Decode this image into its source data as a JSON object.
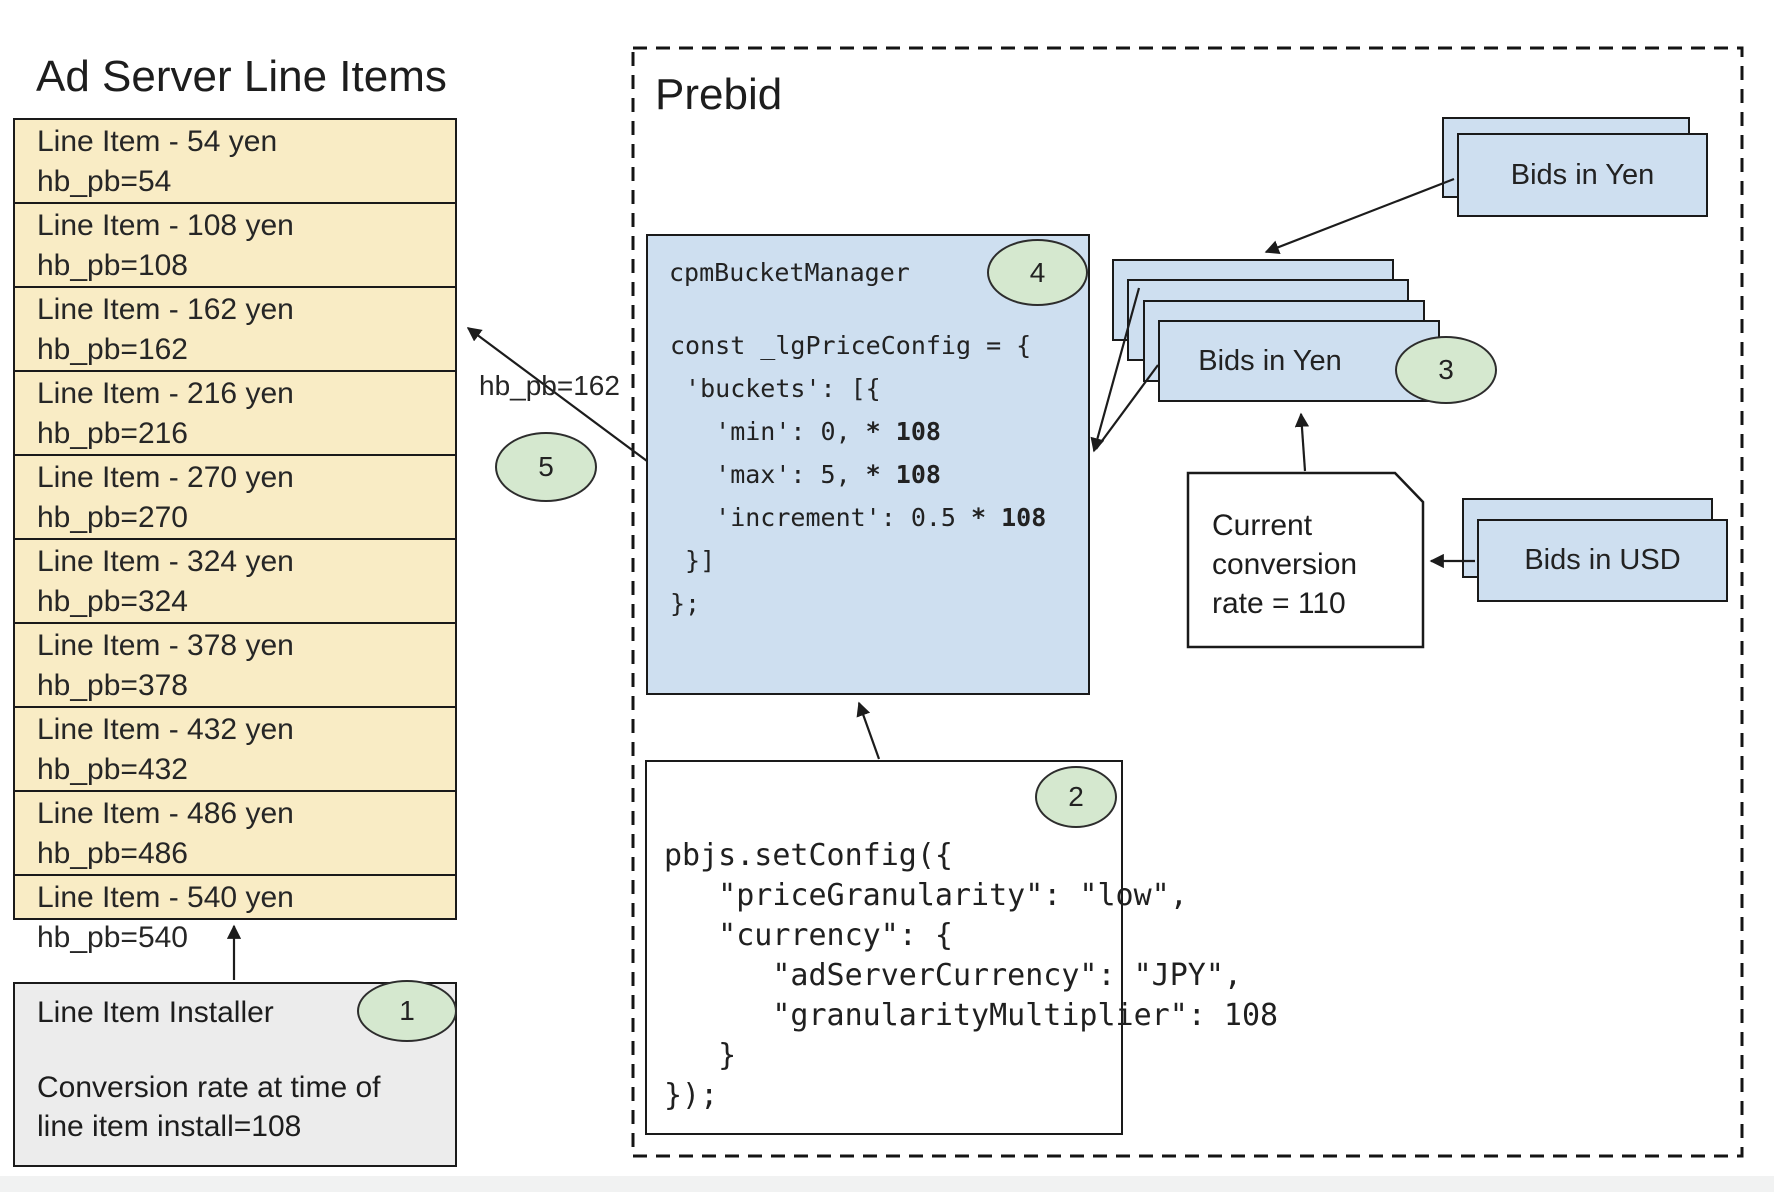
{
  "ad_server": {
    "title": "Ad Server Line Items",
    "line_items": [
      {
        "label": "Line Item - 54 yen",
        "key": "hb_pb=54"
      },
      {
        "label": "Line Item - 108 yen",
        "key": "hb_pb=108"
      },
      {
        "label": "Line Item - 162 yen",
        "key": "hb_pb=162"
      },
      {
        "label": "Line Item - 216 yen",
        "key": "hb_pb=216"
      },
      {
        "label": "Line Item - 270 yen",
        "key": "hb_pb=270"
      },
      {
        "label": "Line Item - 324 yen",
        "key": "hb_pb=324"
      },
      {
        "label": "Line Item - 378 yen",
        "key": "hb_pb=378"
      },
      {
        "label": "Line Item - 432 yen",
        "key": "hb_pb=432"
      },
      {
        "label": "Line Item - 486 yen",
        "key": "hb_pb=486"
      },
      {
        "label": "Line Item - 540 yen",
        "key": "hb_pb=540"
      }
    ],
    "installer": {
      "title": "Line Item Installer",
      "badge": "1",
      "note_line1": "Conversion rate at time of",
      "note_line2": "line item install=108"
    }
  },
  "prebid": {
    "title": "Prebid",
    "cpm_bucket_manager": {
      "title": "cpmBucketManager",
      "badge": "4",
      "code_lines": [
        {
          "text": "const _lgPriceConfig = {",
          "bold": ""
        },
        {
          "text": " 'buckets': [{",
          "bold": ""
        },
        {
          "text": "   'min': 0, ",
          "bold": "* 108"
        },
        {
          "text": "   'max': 5, ",
          "bold": "* 108"
        },
        {
          "text": "   'increment': 0.5 ",
          "bold": "* 108"
        },
        {
          "text": " }]",
          "bold": ""
        },
        {
          "text": "};",
          "bold": ""
        }
      ]
    },
    "set_config": {
      "badge": "2",
      "code": "pbjs.setConfig({\n   \"priceGranularity\": \"low\",\n   \"currency\": {\n      \"adServerCurrency\": \"JPY\",\n      \"granularityMultiplier\": 108\n   }\n});"
    },
    "bids_in_yen_top": {
      "label": "Bids in Yen"
    },
    "bids_in_yen_stack": {
      "label": "Bids in Yen",
      "badge": "3"
    },
    "bids_in_usd": {
      "label": "Bids in USD"
    },
    "conversion_note": {
      "line1": "Current",
      "line2": "conversion",
      "line3": "rate = 110"
    },
    "hb_pb_callout": {
      "label": "hb_pb=162",
      "badge": "5"
    }
  },
  "colors": {
    "line_item_fill": "#F9ECC5",
    "card_fill": "#CEDFF0",
    "badge_fill": "#D5E8CF",
    "installer_fill": "#ECECEC",
    "border": "#1a1a1a",
    "background": "#ffffff"
  }
}
